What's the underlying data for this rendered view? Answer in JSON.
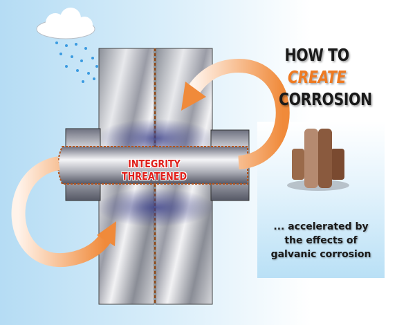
{
  "title": {
    "line1_prefix": "HOW TO ",
    "line1_emphasis": "CREATE",
    "line2": "CORROSION"
  },
  "center_label": "INTEGRITY THREATENED",
  "caption": {
    "line1": "... accelerated by",
    "line2": "the effects of",
    "line3": "galvanic corrosion"
  },
  "colors": {
    "accent": "#ee7a22",
    "warning": "#e0201b",
    "background": "#b5dcf4"
  }
}
